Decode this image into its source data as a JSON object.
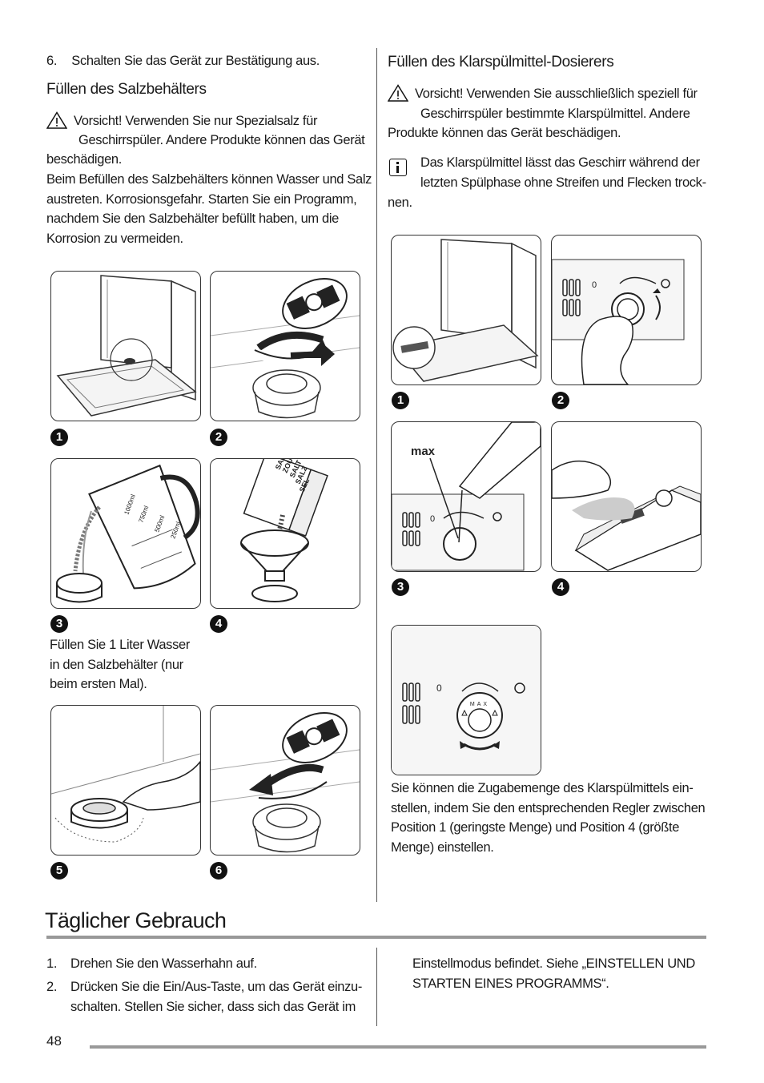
{
  "left": {
    "step6": {
      "num": "6.",
      "text": "Schalten Sie das Gerät zur Bestätigung aus."
    },
    "heading": "Füllen des Salzbehälters",
    "caution": {
      "label": "Vorsicht!",
      "line1": " Verwenden Sie nur Spezialsalz für",
      "line2": "Geschirrspüler. Andere Produkte können das Gerät",
      "line3": "beschädigen."
    },
    "para": [
      "Beim Befüllen des Salzbehälters können Wasser und Salz",
      "austreten. Korrosionsgefahr. Starten Sie ein Programm,",
      "nachdem Sie den Salzbehälter befüllt haben, um die",
      "Korrosion zu vermeiden."
    ],
    "fig_numbers": [
      "1",
      "2",
      "3",
      "4",
      "5",
      "6"
    ],
    "fig3_caption": [
      "Füllen Sie 1 Liter Wasser",
      "in den Salzbehälter (nur",
      "beim ersten Mal)."
    ],
    "jug_marks": [
      "1000ml",
      "750ml",
      "500ml",
      "250ml"
    ],
    "salt_pack": [
      "SALE",
      "ZOUT",
      "SALT",
      "SALZ",
      "SEL"
    ]
  },
  "right": {
    "heading": "Füllen des Klarspülmittel-Dosierers",
    "caution": {
      "label": "Vorsicht!",
      "line1": " Verwenden Sie ausschließlich speziell für",
      "line2": "Geschirrspüler bestimmte Klarspülmittel. Andere",
      "line3": "Produkte können das Gerät beschädigen."
    },
    "info": [
      "Das Klarspülmittel lässt das Geschirr während der",
      "letzten Spülphase ohne Streifen und Flecken trock-",
      "nen."
    ],
    "fig_numbers": [
      "1",
      "2",
      "3",
      "4"
    ],
    "max_label": "max",
    "dial_label": "MAX",
    "para": [
      "Sie können die Zugabemenge des Klarspülmittels ein-",
      "stellen, indem Sie den entsprechenden Regler zwischen",
      "Position 1 (geringste Menge) und Position 4 (größte",
      "Menge) einstellen."
    ]
  },
  "section": {
    "title": "Täglicher Gebrauch",
    "items": [
      {
        "num": "1.",
        "lines": [
          "Drehen Sie den Wasserhahn auf."
        ]
      },
      {
        "num": "2.",
        "lines": [
          "Drücken Sie die Ein/Aus-Taste, um das Gerät einzu-",
          "schalten. Stellen Sie sicher, dass sich das Gerät im"
        ]
      }
    ],
    "continued": [
      "Einstellmodus befindet. Siehe „EINSTELLEN UND",
      "STARTEN EINES PROGRAMMS“."
    ]
  },
  "page_number": "48"
}
